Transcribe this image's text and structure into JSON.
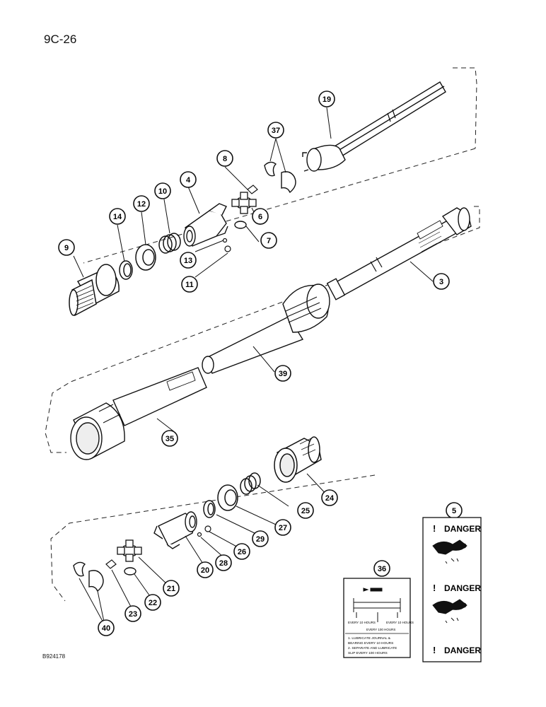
{
  "page_label": "9C-26",
  "figure_id": "B924178",
  "callouts": [
    "19",
    "37",
    "8",
    "4",
    "10",
    "12",
    "14",
    "6",
    "7",
    "9",
    "13",
    "11",
    "3",
    "39",
    "35",
    "24",
    "5",
    "25",
    "27",
    "29",
    "26",
    "28",
    "20",
    "21",
    "22",
    "23",
    "36",
    "40"
  ],
  "danger_decal": {
    "word": "DANGER",
    "bang": "!"
  },
  "lube_decal": {
    "interval_left": "EVERY 10 HOURS",
    "interval_right": "EVERY 10 HOURS",
    "interval_mid": "EVERY 100 HOURS",
    "instructions": [
      "1. LUBRICATE JOURNAL &",
      "BEARING EVERY 10 HOURS",
      "2. SEPARATE AND LUBRICATE",
      "SLIP EVERY 100 HOURS"
    ]
  }
}
